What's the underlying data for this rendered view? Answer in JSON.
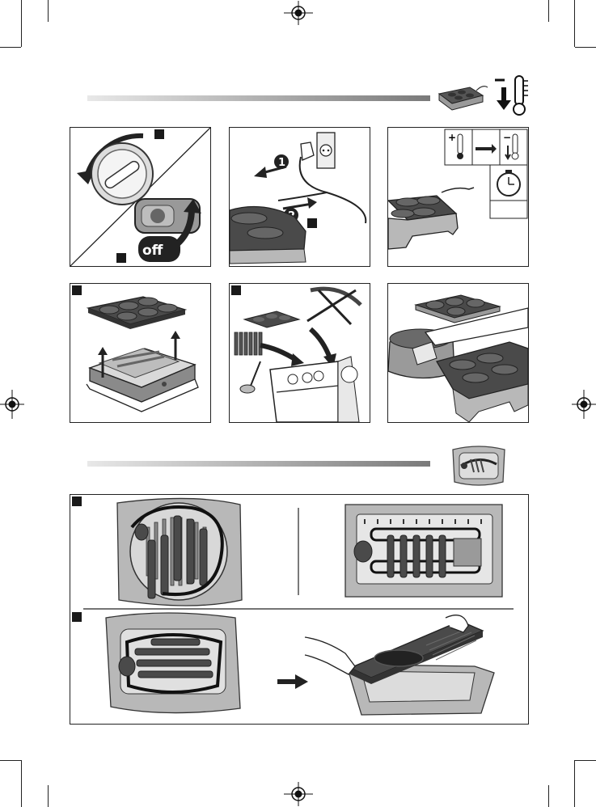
{
  "step_labels": {
    "plug_out": "1",
    "cord_away": "2"
  },
  "switch_label": "off",
  "thermometer_hot": "+",
  "thermometer_cold": "−",
  "colors": {
    "bar_dark": "#666666",
    "bar_light": "#e6e6e6",
    "ink": "#1a1a1a",
    "plate_fill": "#4a4a4a",
    "body_fill": "#b8b8b8"
  }
}
